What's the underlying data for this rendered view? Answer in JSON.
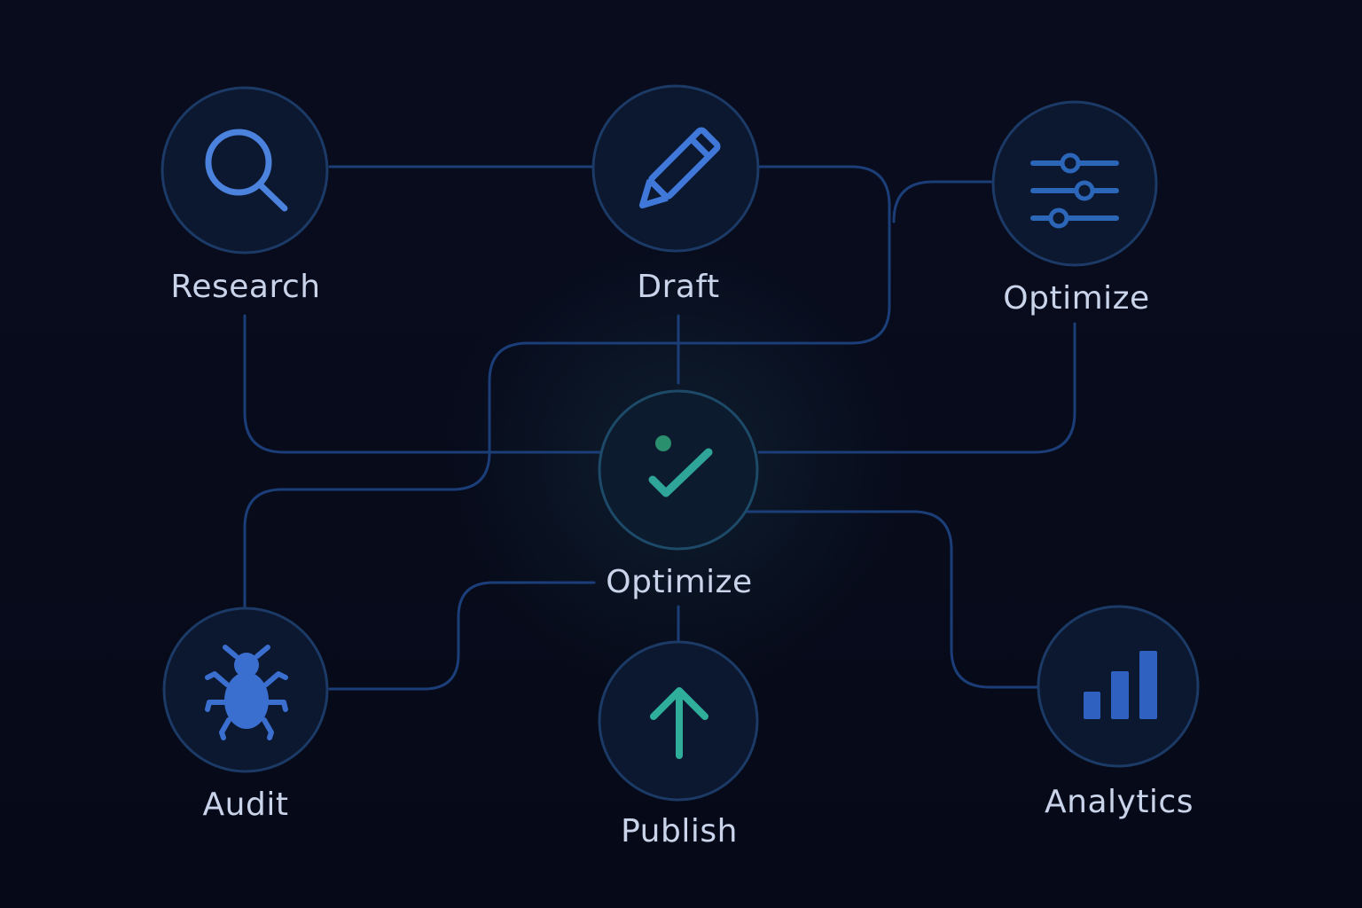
{
  "nodes": {
    "research": {
      "label": "Research",
      "icon": "search-icon"
    },
    "draft": {
      "label": "Draft",
      "icon": "pencil-icon"
    },
    "optimize_top": {
      "label": "Optimize",
      "icon": "sliders-icon"
    },
    "optimize_center": {
      "label": "Optimize",
      "icon": "checkmark-icon"
    },
    "audit": {
      "label": "Audit",
      "icon": "bug-icon"
    },
    "publish": {
      "label": "Publish",
      "icon": "arrow-up-icon"
    },
    "analytics": {
      "label": "Analytics",
      "icon": "bar-chart-icon"
    }
  },
  "colors": {
    "background": "#070b1b",
    "connector": "#1b3d78",
    "node_fill": "#0c1730",
    "node_border": "#1c3a66",
    "icon_blue": "#3f78d8",
    "icon_teal": "#2fae9c",
    "label": "#c9d3ea"
  }
}
